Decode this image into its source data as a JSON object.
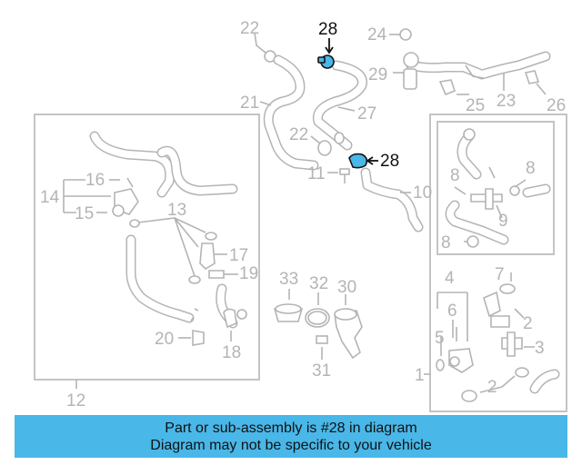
{
  "callouts": [
    {
      "id": "c22a",
      "label": "22"
    },
    {
      "id": "c28a",
      "label": "28",
      "highlight": true
    },
    {
      "id": "c24",
      "label": "24"
    },
    {
      "id": "c29",
      "label": "29"
    },
    {
      "id": "c21",
      "label": "21"
    },
    {
      "id": "c27",
      "label": "27"
    },
    {
      "id": "c25",
      "label": "25"
    },
    {
      "id": "c23",
      "label": "23"
    },
    {
      "id": "c26",
      "label": "26"
    },
    {
      "id": "c22b",
      "label": "22"
    },
    {
      "id": "c28b",
      "label": "28",
      "highlight": true
    },
    {
      "id": "c11",
      "label": "11"
    },
    {
      "id": "c10",
      "label": "10"
    },
    {
      "id": "c16",
      "label": "16"
    },
    {
      "id": "c14",
      "label": "14"
    },
    {
      "id": "c15",
      "label": "15"
    },
    {
      "id": "c13",
      "label": "13"
    },
    {
      "id": "c17",
      "label": "17"
    },
    {
      "id": "c19",
      "label": "19"
    },
    {
      "id": "c20",
      "label": "20"
    },
    {
      "id": "c18",
      "label": "18"
    },
    {
      "id": "c12",
      "label": "12"
    },
    {
      "id": "c33",
      "label": "33"
    },
    {
      "id": "c32",
      "label": "32"
    },
    {
      "id": "c30",
      "label": "30"
    },
    {
      "id": "c31",
      "label": "31"
    },
    {
      "id": "c8a",
      "label": "8"
    },
    {
      "id": "c8b",
      "label": "8"
    },
    {
      "id": "c9",
      "label": "9"
    },
    {
      "id": "c8c",
      "label": "8"
    },
    {
      "id": "c4",
      "label": "4"
    },
    {
      "id": "c7",
      "label": "7"
    },
    {
      "id": "c6",
      "label": "6"
    },
    {
      "id": "c5",
      "label": "5"
    },
    {
      "id": "c2a",
      "label": "2"
    },
    {
      "id": "c3",
      "label": "3"
    },
    {
      "id": "c1",
      "label": "1"
    },
    {
      "id": "c2b",
      "label": "2"
    }
  ],
  "banner": {
    "line1": "Part or sub-assembly is #28 in diagram",
    "line2": "Diagram may not be specific to your vehicle"
  },
  "colors": {
    "highlight_part": "#49b7e8",
    "banner_bg": "#49b7e8",
    "line_art": "#b4b4b4",
    "highlight_label": "#111111"
  }
}
